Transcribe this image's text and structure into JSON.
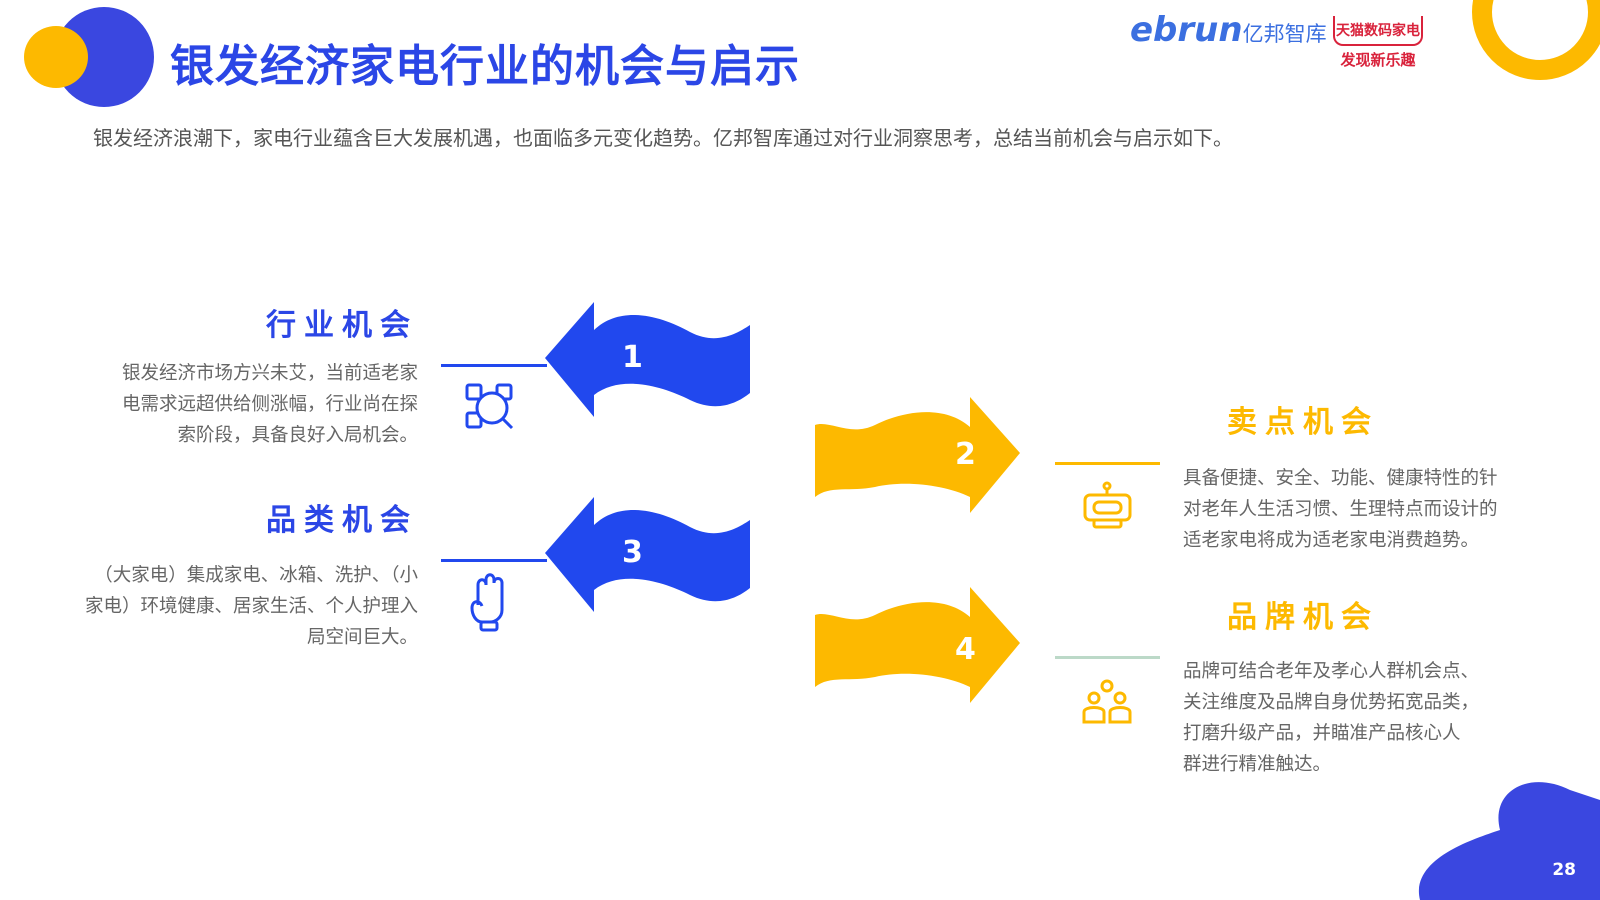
{
  "header": {
    "title": "银发经济家电行业的机会与启示",
    "subtitle": "银发经济浪潮下，家电行业蕴含巨大发展机遇，也面临多元变化趋势。亿邦智库通过对行业洞察思考，总结当前机会与启示如下。"
  },
  "logos": {
    "ebrun": "ebrun",
    "ebrun_cn": "亿邦智库",
    "tmall_line1": "天猫数码家电",
    "tmall_line2": "发现新乐趣"
  },
  "items": [
    {
      "num": "1",
      "title": "行业机会",
      "text": [
        "银发经济市场方兴未艾，当前适老家",
        "电需求远超供给侧涨幅，行业尚在探",
        "索阶段，具备良好入局机会。"
      ],
      "icon": "search-scan-icon"
    },
    {
      "num": "2",
      "title": "卖点机会",
      "text": [
        "具备便捷、安全、功能、健康特性的针",
        "对老年人生活习惯、生理特点而设计的",
        "适老家电将成为适老家电消费趋势。"
      ],
      "icon": "robot-icon"
    },
    {
      "num": "3",
      "title": "品类机会",
      "text": [
        "（大家电）集成家电、冰箱、洗护、（小",
        "家电）环境健康、居家生活、个人护理入",
        "局空间巨大。"
      ],
      "icon": "hand-icon"
    },
    {
      "num": "4",
      "title": "品牌机会",
      "text": [
        "品牌可结合老年及孝心人群机会点、",
        "关注维度及品牌自身优势拓宽品类，",
        "打磨升级产品，并瞄准产品核心人",
        "群进行精准触达。"
      ],
      "icon": "people-group-icon"
    }
  ],
  "page_number": "28",
  "colors": {
    "blue": "#2b46e6",
    "yellow": "#fdb900"
  }
}
